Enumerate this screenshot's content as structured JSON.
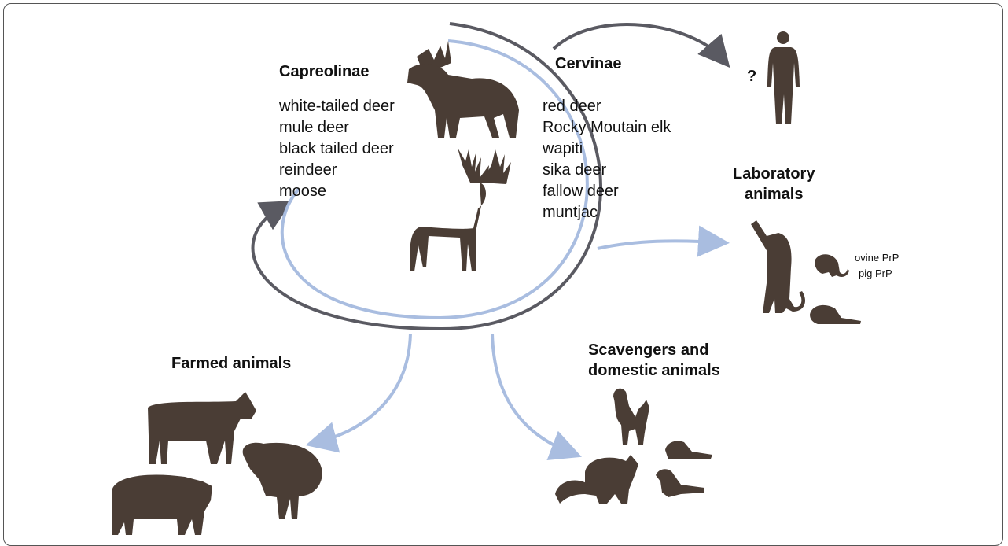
{
  "groups": {
    "capreolinae": {
      "title": "Capreolinae",
      "species": [
        "white-tailed deer",
        "mule deer",
        "black tailed deer",
        "reindeer",
        "moose"
      ]
    },
    "cervinae": {
      "title": "Cervinae",
      "species": [
        "red deer",
        "Rocky Moutain elk",
        "wapiti",
        "sika deer",
        "fallow deer",
        "muntjac"
      ]
    }
  },
  "targets": {
    "human": {
      "label": "?"
    },
    "laboratory": {
      "title_line1": "Laboratory",
      "title_line2": "animals",
      "notes": [
        "ovine PrP",
        "pig PrP"
      ]
    },
    "farmed": {
      "title": "Farmed animals"
    },
    "scavengers": {
      "title_line1": "Scavengers and",
      "title_line2": "domestic animals"
    }
  },
  "colors": {
    "silhouette": "#4a3d35",
    "arrow_dark": "#5a5a62",
    "arrow_light": "#a9bde0"
  },
  "icons": [
    "moose-icon",
    "red-deer-icon",
    "human-icon",
    "monkey-icon",
    "mouse-icon",
    "beaver-icon",
    "cow-icon",
    "pig-icon",
    "sheep-icon",
    "cat-icon",
    "raccoon-icon",
    "beaver-icon",
    "ferret-icon"
  ]
}
